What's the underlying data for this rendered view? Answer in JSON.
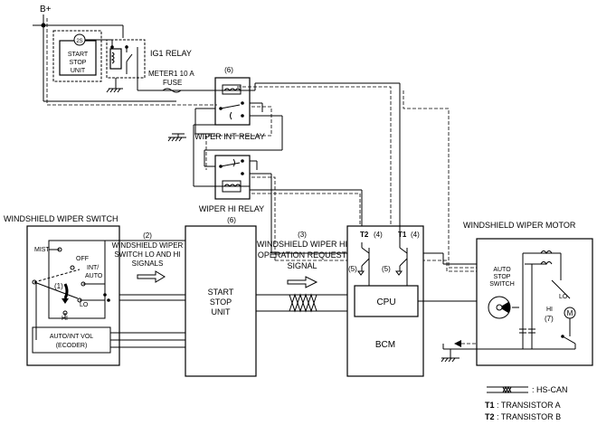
{
  "labels": {
    "b_plus": "B+",
    "start_stop_unit_top": [
      "START",
      "STOP",
      "UNIT"
    ],
    "ig1_relay": "IG1 RELAY",
    "meter1_fuse": [
      "METER1 10 A",
      "FUSE"
    ],
    "int_relay_num": "(6)",
    "wiper_int_relay": "WIPER INT RELAY",
    "wiper_hi_relay": "WIPER HI RELAY",
    "hi_relay_num": "(6)",
    "windshield_wiper_switch": "WINDSHIELD WIPER SWITCH",
    "switch_mist": "MIST",
    "switch_off": "OFF",
    "switch_int_auto": [
      "INT/",
      "AUTO"
    ],
    "switch_lo": "LO",
    "switch_hi": "HI",
    "switch_num": "(1)",
    "auto_int_vol": [
      "AUTO/INT VOL",
      "(ECODER)"
    ],
    "signal2_num": "(2)",
    "signal2_text": [
      "WINDSHIELD WIPER",
      "SWITCH LO AND HI",
      "SIGNALS"
    ],
    "start_stop_unit_main": [
      "START",
      "STOP",
      "UNIT"
    ],
    "signal3_num": "(3)",
    "signal3_text": [
      "WINDSHIELD WIPER HI",
      "OPERATION REQUEST",
      "SIGNAL"
    ],
    "t2_label": "T2",
    "t2_num": "(4)",
    "t1_label": "T1",
    "t1_num": "(4)",
    "t2_out_num": "(5)",
    "t1_out_num": "(5)",
    "cpu": "CPU",
    "bcm": "BCM",
    "windshield_wiper_motor": "WINDSHIELD WIPER MOTOR",
    "auto_stop_switch": [
      "AUTO",
      "STOP",
      "SWITCH"
    ],
    "motor_lo": "LO",
    "motor_hi": "HI",
    "motor_num": "(7)",
    "motor_m": "M",
    "twos": "2S"
  },
  "legend": {
    "hs_can": ": HS-CAN",
    "t1_key": "T1",
    "t1_text": ": TRANSISTOR A",
    "t2_key": "T2",
    "t2_text": ": TRANSISTOR B"
  }
}
